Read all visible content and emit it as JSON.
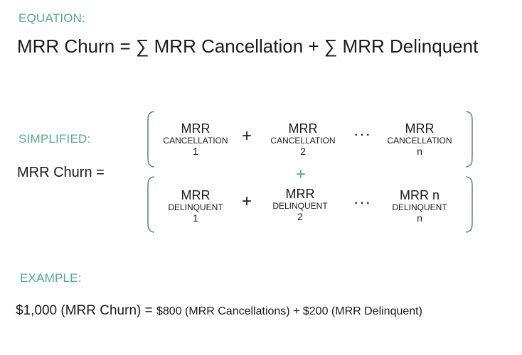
{
  "equation": {
    "label": "EQUATION:",
    "formula": "MRR Churn = ∑ MRR Cancellation + ∑ MRR Delinquent"
  },
  "simplified": {
    "label": "SIMPLIFIED:",
    "lhs": "MRR Churn =",
    "cancellation_terms": [
      {
        "main": "MRR",
        "sub": "CANCELLATION",
        "index": "1"
      },
      {
        "main": "MRR",
        "sub": "CANCELLATION",
        "index": "2"
      },
      {
        "main": "MRR",
        "sub": "CANCELLATION",
        "index": "n"
      }
    ],
    "delinquent_terms": [
      {
        "main": "MRR",
        "sub": "DELINQUENT",
        "index": "1"
      },
      {
        "main": "MRR",
        "sub": "DELINQUENT",
        "index": "2"
      },
      {
        "main": "MRR n",
        "sub": "DELINQUENT",
        "index": "n"
      }
    ],
    "plus": "+",
    "ellipsis": "···",
    "group_plus": "+"
  },
  "example": {
    "label": "EXAMPLE:",
    "total": "$1,000 (MRR Churn) = ",
    "part1": "$800 (MRR Cancellations) + $200 (MRR Delinquent)"
  },
  "colors": {
    "accent": "#4caf8e",
    "text": "#1a1a1a",
    "brace": "#6b7fa3"
  }
}
